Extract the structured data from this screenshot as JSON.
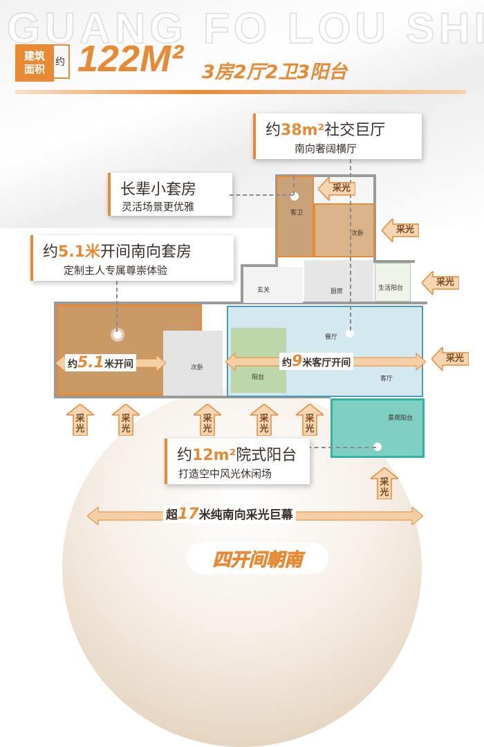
{
  "header": {
    "bg_letters": "GUANG FO LOU SHI",
    "label_line1": "建筑",
    "label_line2": "面积",
    "about": "约",
    "area": "122M²",
    "layout": "3房2厅2卫3阳台"
  },
  "callouts": {
    "living": {
      "pre": "约",
      "num": "38m²",
      "post": "社交巨厅",
      "sub": "南向奢阔横厅"
    },
    "elder": {
      "title": "长辈小套房",
      "sub": "灵活场景更优雅"
    },
    "master": {
      "pre": "约",
      "num": "5.1米",
      "post": "开间南向套房",
      "sub": "定制主人专属尊崇体验"
    },
    "balcony": {
      "pre": "约",
      "num": "12m²",
      "post": "院式阳台",
      "sub": "打造空中风光休闲场"
    }
  },
  "rooms": {
    "guest_bath": "客卫",
    "bedroom_top": "次卧",
    "foyer": "玄关",
    "kitchen": "厨房",
    "utility_balcony": "生活阳台",
    "dining": "餐厅",
    "bedroom_mid": "次卧",
    "living_room": "客厅",
    "balcony_small": "阳台",
    "landscape_balcony": "景观阳台"
  },
  "spans": {
    "master_width": {
      "pre": "约",
      "num": "5.1",
      "post": "米开间"
    },
    "living_width": {
      "pre": "约",
      "num": "9",
      "post": "米客厅开间"
    },
    "total": {
      "pre": "超",
      "num": "17",
      "post": "米纯南向采光巨幕"
    }
  },
  "sunlight_label_top": "采",
  "sunlight_label_bottom": "光",
  "bottom_badge": "四开间朝南",
  "colors": {
    "accent": "#e88a33",
    "living_blue": "#4a9bb5",
    "balcony_teal": "#2fb3a3",
    "wood": "#c99a66"
  }
}
